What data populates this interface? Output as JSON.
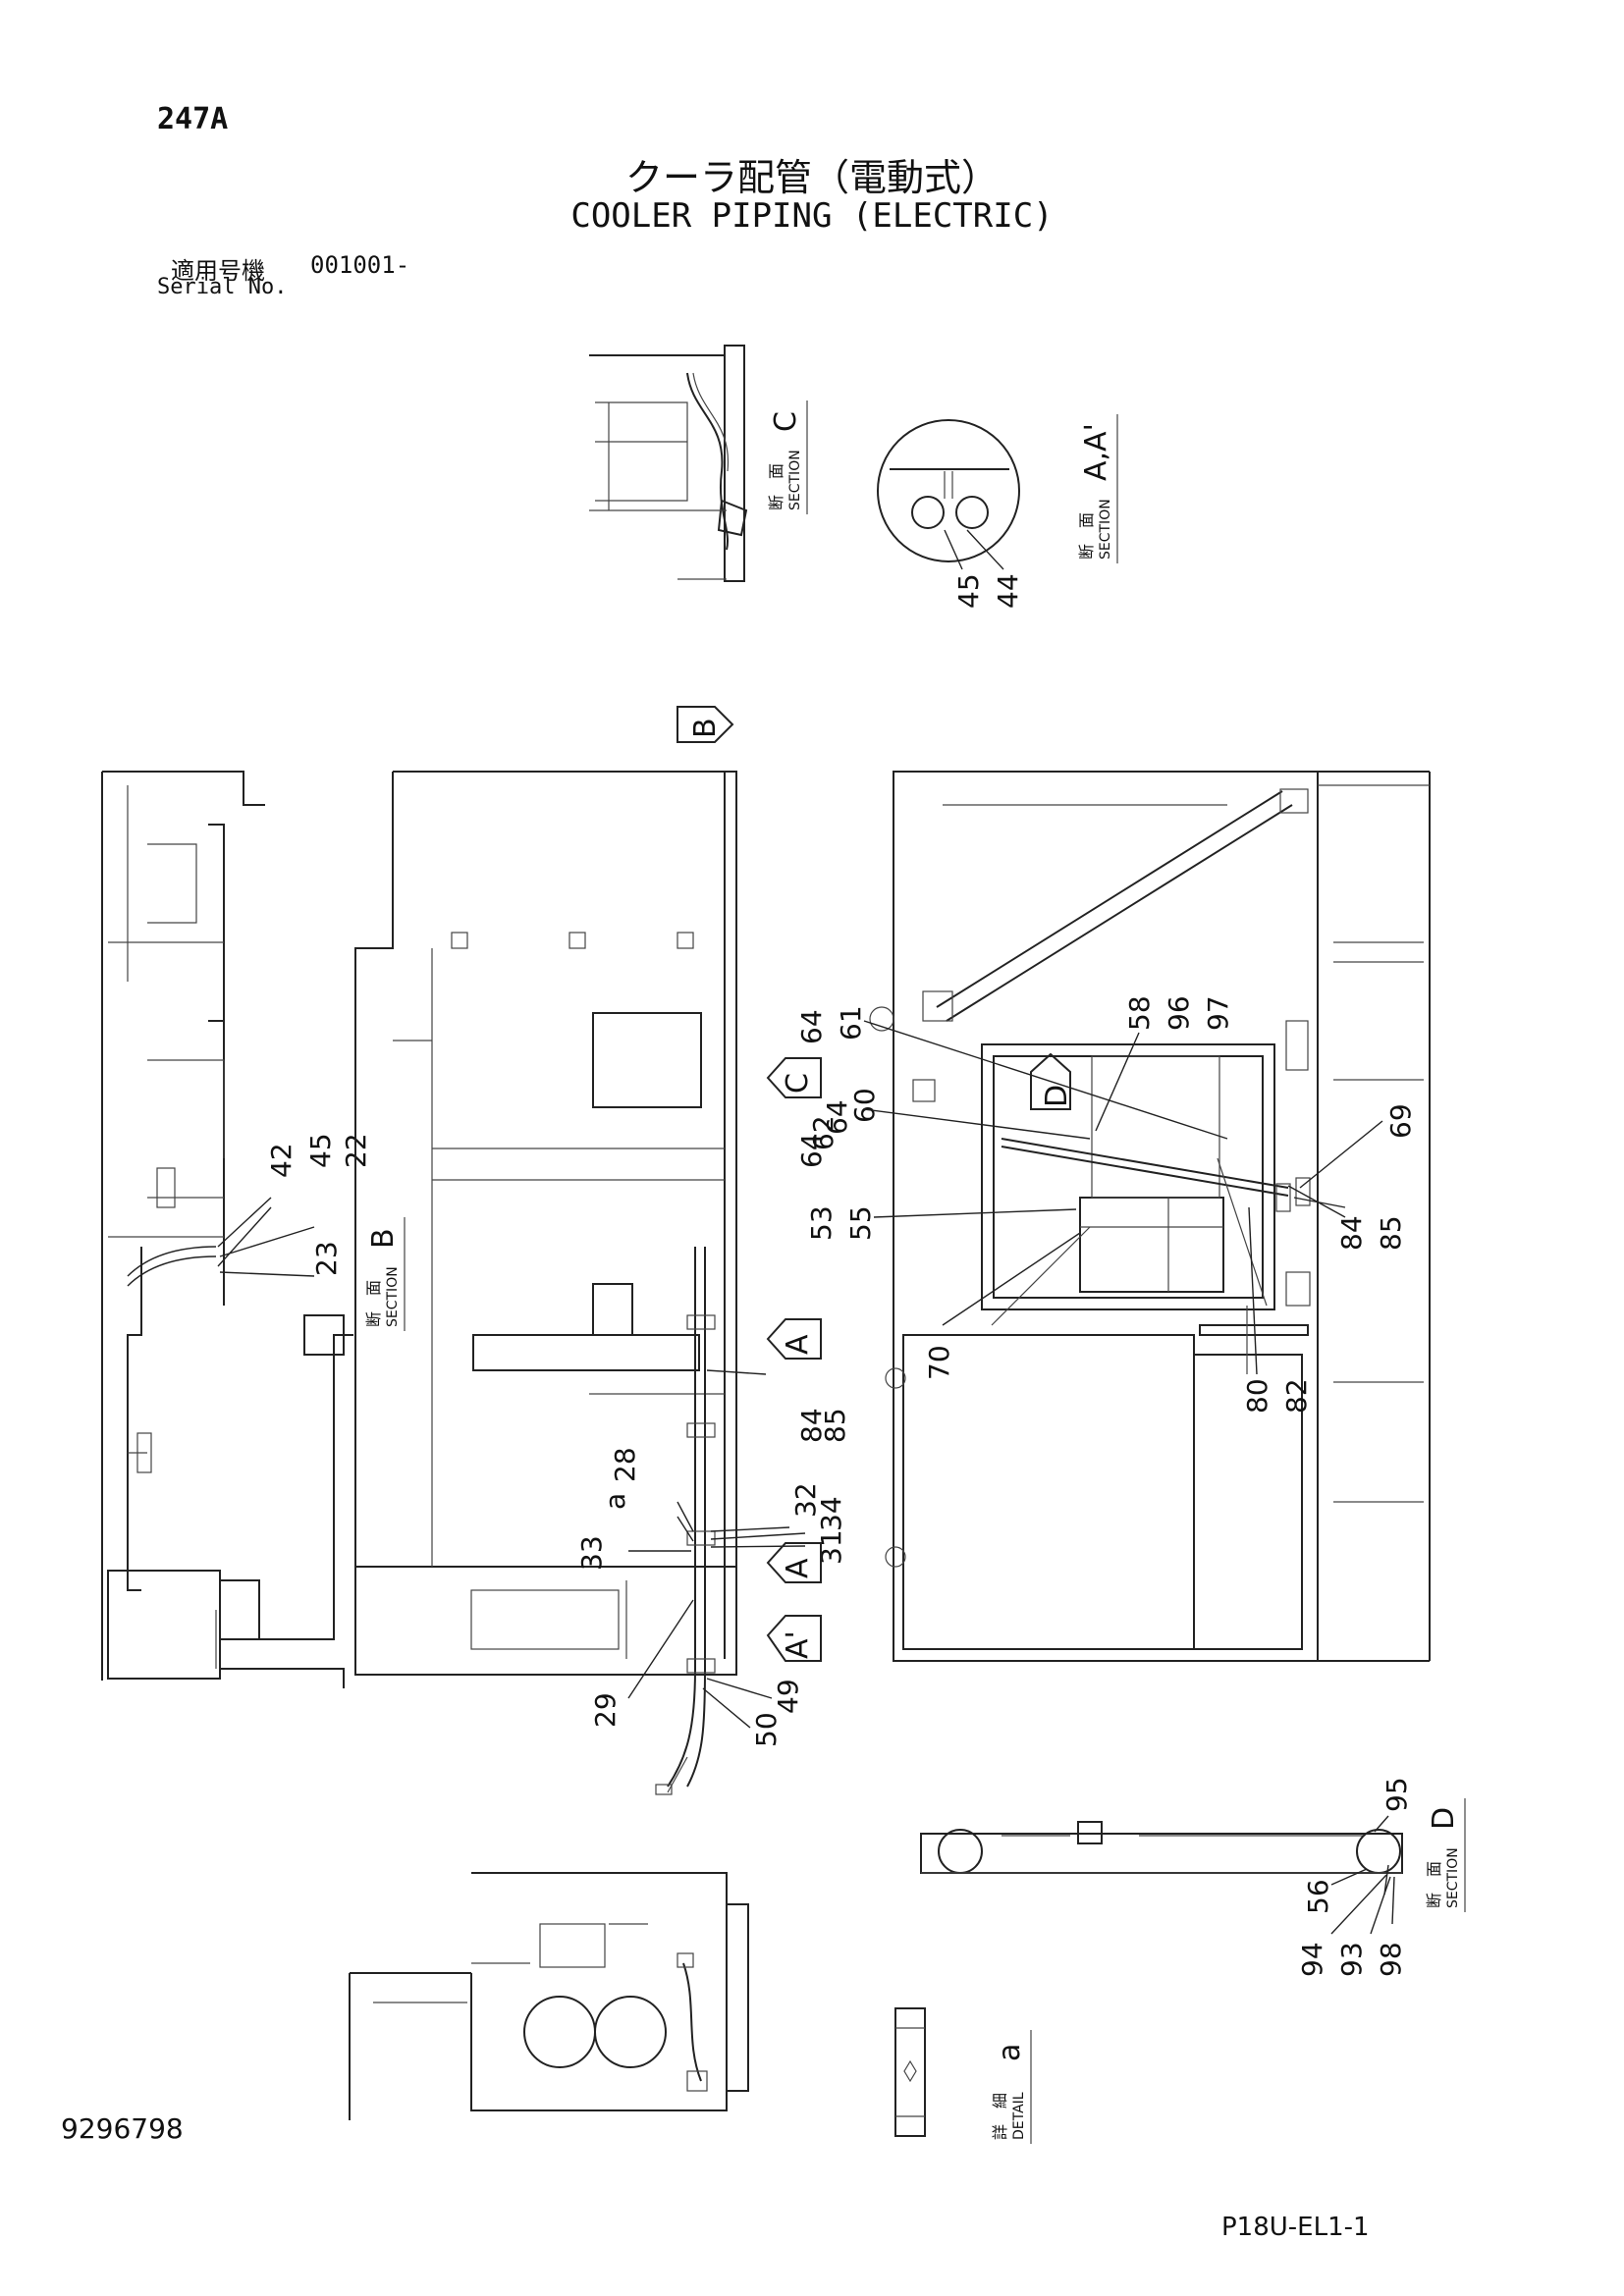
{
  "header": {
    "page_code": "247A",
    "title_jp": "クーラ配管（電動式）",
    "title_en": "COOLER PIPING (ELECTRIC)",
    "serial_label_jp": "適用号機",
    "serial_value": "001001-",
    "serial_label_en": "Serial No."
  },
  "footer": {
    "drawing_number": "9296798",
    "sheet_code": "P18U-EL1-1"
  },
  "section_tags": {
    "jp": "断　面",
    "en": "SECTION",
    "detail_jp": "詳　細",
    "detail_en": "DETAIL",
    "c": "C",
    "aa": "A,A'",
    "b": "B",
    "d": "D",
    "a": "a"
  },
  "view_markers": {
    "b": "B",
    "c": "C",
    "d": "D",
    "a": "A",
    "a_upper": "A",
    "a_prime": "A'"
  },
  "callouts": {
    "c45": "45",
    "c44": "44",
    "c42": "42",
    "c45b": "45",
    "c22": "22",
    "c23": "23",
    "c64a": "64",
    "c61": "61",
    "c64b": "64",
    "c62": "62",
    "c64c": "64",
    "c60": "60",
    "c53": "53",
    "c55": "55",
    "c58": "58",
    "c96": "96",
    "c97": "97",
    "c69": "69",
    "c84": "84",
    "c85": "85",
    "c70": "70",
    "c80": "80",
    "c82": "82",
    "c84b": "84",
    "c85b": "85",
    "ca": "a",
    "c28": "28",
    "c32": "32",
    "c31": "31",
    "c34": "34",
    "c33": "33",
    "c29": "29",
    "c50": "50",
    "c49": "49",
    "c95": "95",
    "c56": "56",
    "c94": "94",
    "c93": "93",
    "c98": "98"
  }
}
